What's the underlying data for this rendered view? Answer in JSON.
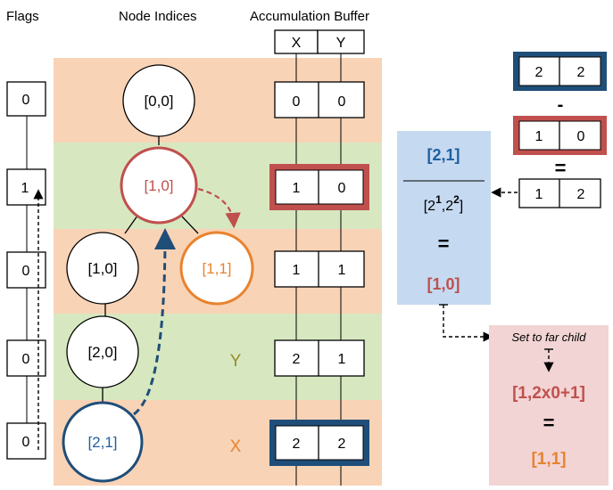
{
  "headers": {
    "flags": "Flags",
    "node_indices": "Node Indices",
    "accumulation_buffer": "Accumulation Buffer",
    "x": "X",
    "y": "Y"
  },
  "flags": [
    "0",
    "1",
    "0",
    "0",
    "0"
  ],
  "nodes": {
    "root": "[0,0]",
    "level1": "[1,0]",
    "level2_left": "[1,0]",
    "level2_right": "[1,1]",
    "level3": "[2,0]",
    "level4": "[2,1]"
  },
  "row_labels": {
    "y": "Y",
    "x": "X"
  },
  "buffer_rows": [
    [
      "0",
      "0"
    ],
    [
      "1",
      "0"
    ],
    [
      "1",
      "1"
    ],
    [
      "2",
      "1"
    ],
    [
      "2",
      "2"
    ]
  ],
  "calc": {
    "top_pair": [
      "2",
      "2"
    ],
    "minus": "-",
    "mid_pair": [
      "1",
      "0"
    ],
    "equals": "=",
    "result_pair": [
      "1",
      "2"
    ]
  },
  "blue_box": {
    "title": "[2,1]",
    "den_open": "[2",
    "exp1": "1",
    "den_mid": ",2",
    "exp2": "2",
    "den_close": "]",
    "equals": "=",
    "result": "[1,0]"
  },
  "set_far_child": "Set to far child",
  "pink_box": {
    "expr": "[1,2x0+1]",
    "equals": "=",
    "result": "[1,1]"
  },
  "colors": {
    "orange_band": "#f9d3b6",
    "green_band": "#d7e8c1",
    "red": "#c0504d",
    "blue": "#1f4e79",
    "orange": "#e8832f",
    "blue_box_bg": "#c5daf1",
    "pink_box_bg": "#f2d4d4",
    "blue_text": "#1f5fa0",
    "y_x_label": "#9a8a2a"
  }
}
